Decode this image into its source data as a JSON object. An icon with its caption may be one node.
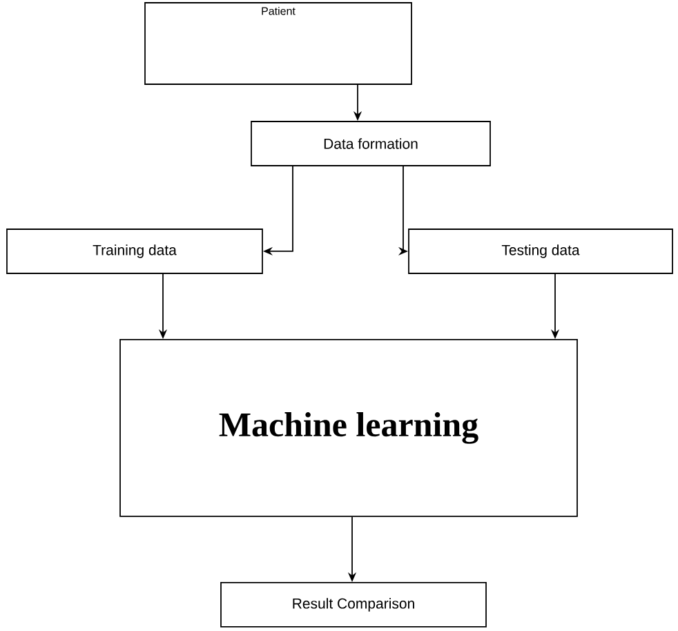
{
  "diagram": {
    "nodes": [
      {
        "text": [
          "Patient"
        ]
      },
      {
        "text": [
          "Data formation"
        ]
      },
      {
        "text": [
          "Training data"
        ]
      },
      {
        "text": [
          "Testing data"
        ]
      },
      {
        "text": [
          "Machine learning"
        ]
      },
      {
        "text": [
          "Result Comparison"
        ]
      }
    ],
    "edges": [
      {
        "from": 0,
        "to": 1,
        "arrow": "to"
      },
      {
        "from": 1,
        "to": 2,
        "arrow": "to"
      },
      {
        "from": 1,
        "to": 3,
        "arrow": "to"
      },
      {
        "from": 2,
        "to": 4,
        "arrow": "to"
      },
      {
        "from": 3,
        "to": 4,
        "arrow": "to"
      },
      {
        "from": 4,
        "to": 5,
        "arrow": "to"
      }
    ]
  }
}
